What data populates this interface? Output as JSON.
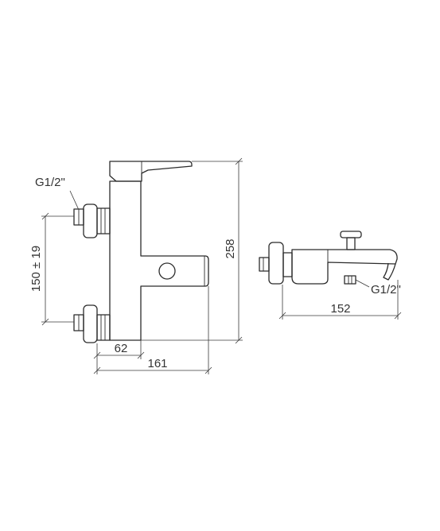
{
  "front_view": {
    "inlet_thread_label": "G1/2\"",
    "inlet_spacing_label": "150 ± 19",
    "height_label": "258",
    "inlet_to_body_label": "62",
    "total_width_label": "161"
  },
  "side_view": {
    "outlet_thread_label": "G1/2\"",
    "projection_label": "152"
  },
  "colors": {
    "line": "#2b2b2b",
    "text": "#333333",
    "background": "#ffffff"
  }
}
